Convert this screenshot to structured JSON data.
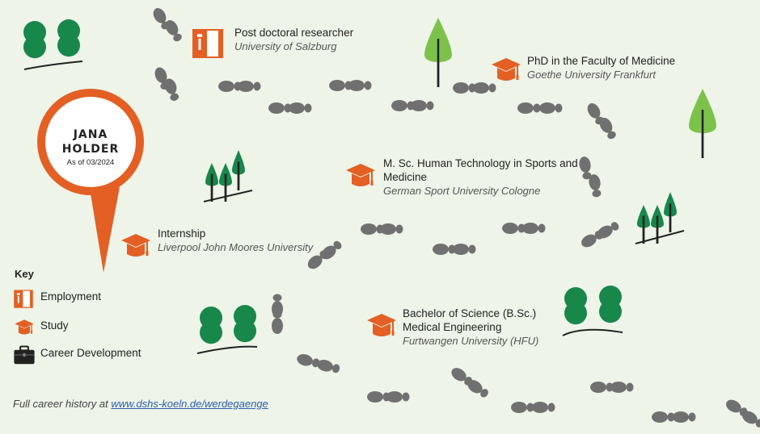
{
  "person": {
    "first_name": "JANA",
    "last_name": "HOLDER",
    "as_of": "As of 03/2024"
  },
  "colors": {
    "accent": "#e35f24",
    "footprint": "#707070",
    "tree_dark": "#17874a",
    "tree_light": "#7cc24a",
    "background": "#eef4e8"
  },
  "milestones": [
    {
      "type": "employment",
      "icon": "employment-icon",
      "title": [
        "Post doctoral researcher"
      ],
      "institution": "University of Salzburg"
    },
    {
      "type": "study",
      "icon": "graduation-cap-icon",
      "title": [
        "PhD in the Faculty of Medicine"
      ],
      "institution": "Goethe University Frankfurt"
    },
    {
      "type": "study",
      "icon": "graduation-cap-icon",
      "title": [
        "M. Sc. Human Technology in Sports and",
        "Medicine"
      ],
      "institution": "German Sport University Cologne"
    },
    {
      "type": "study",
      "icon": "graduation-cap-icon",
      "title": [
        "Internship"
      ],
      "institution": "Liverpool John Moores University"
    },
    {
      "type": "study",
      "icon": "graduation-cap-icon",
      "title": [
        "Bachelor of Science (B.Sc.)",
        "Medical Engineering"
      ],
      "institution": "Furtwangen University (HFU)"
    }
  ],
  "key": {
    "title": "Key",
    "items": [
      {
        "icon": "employment-icon",
        "label": "Employment"
      },
      {
        "icon": "graduation-cap-icon",
        "label": "Study"
      },
      {
        "icon": "briefcase-icon",
        "label": "Career Development"
      }
    ]
  },
  "footer": {
    "prefix": "Full career history at",
    "link_text": "www.dshs-koeln.de/werdegaenge"
  }
}
